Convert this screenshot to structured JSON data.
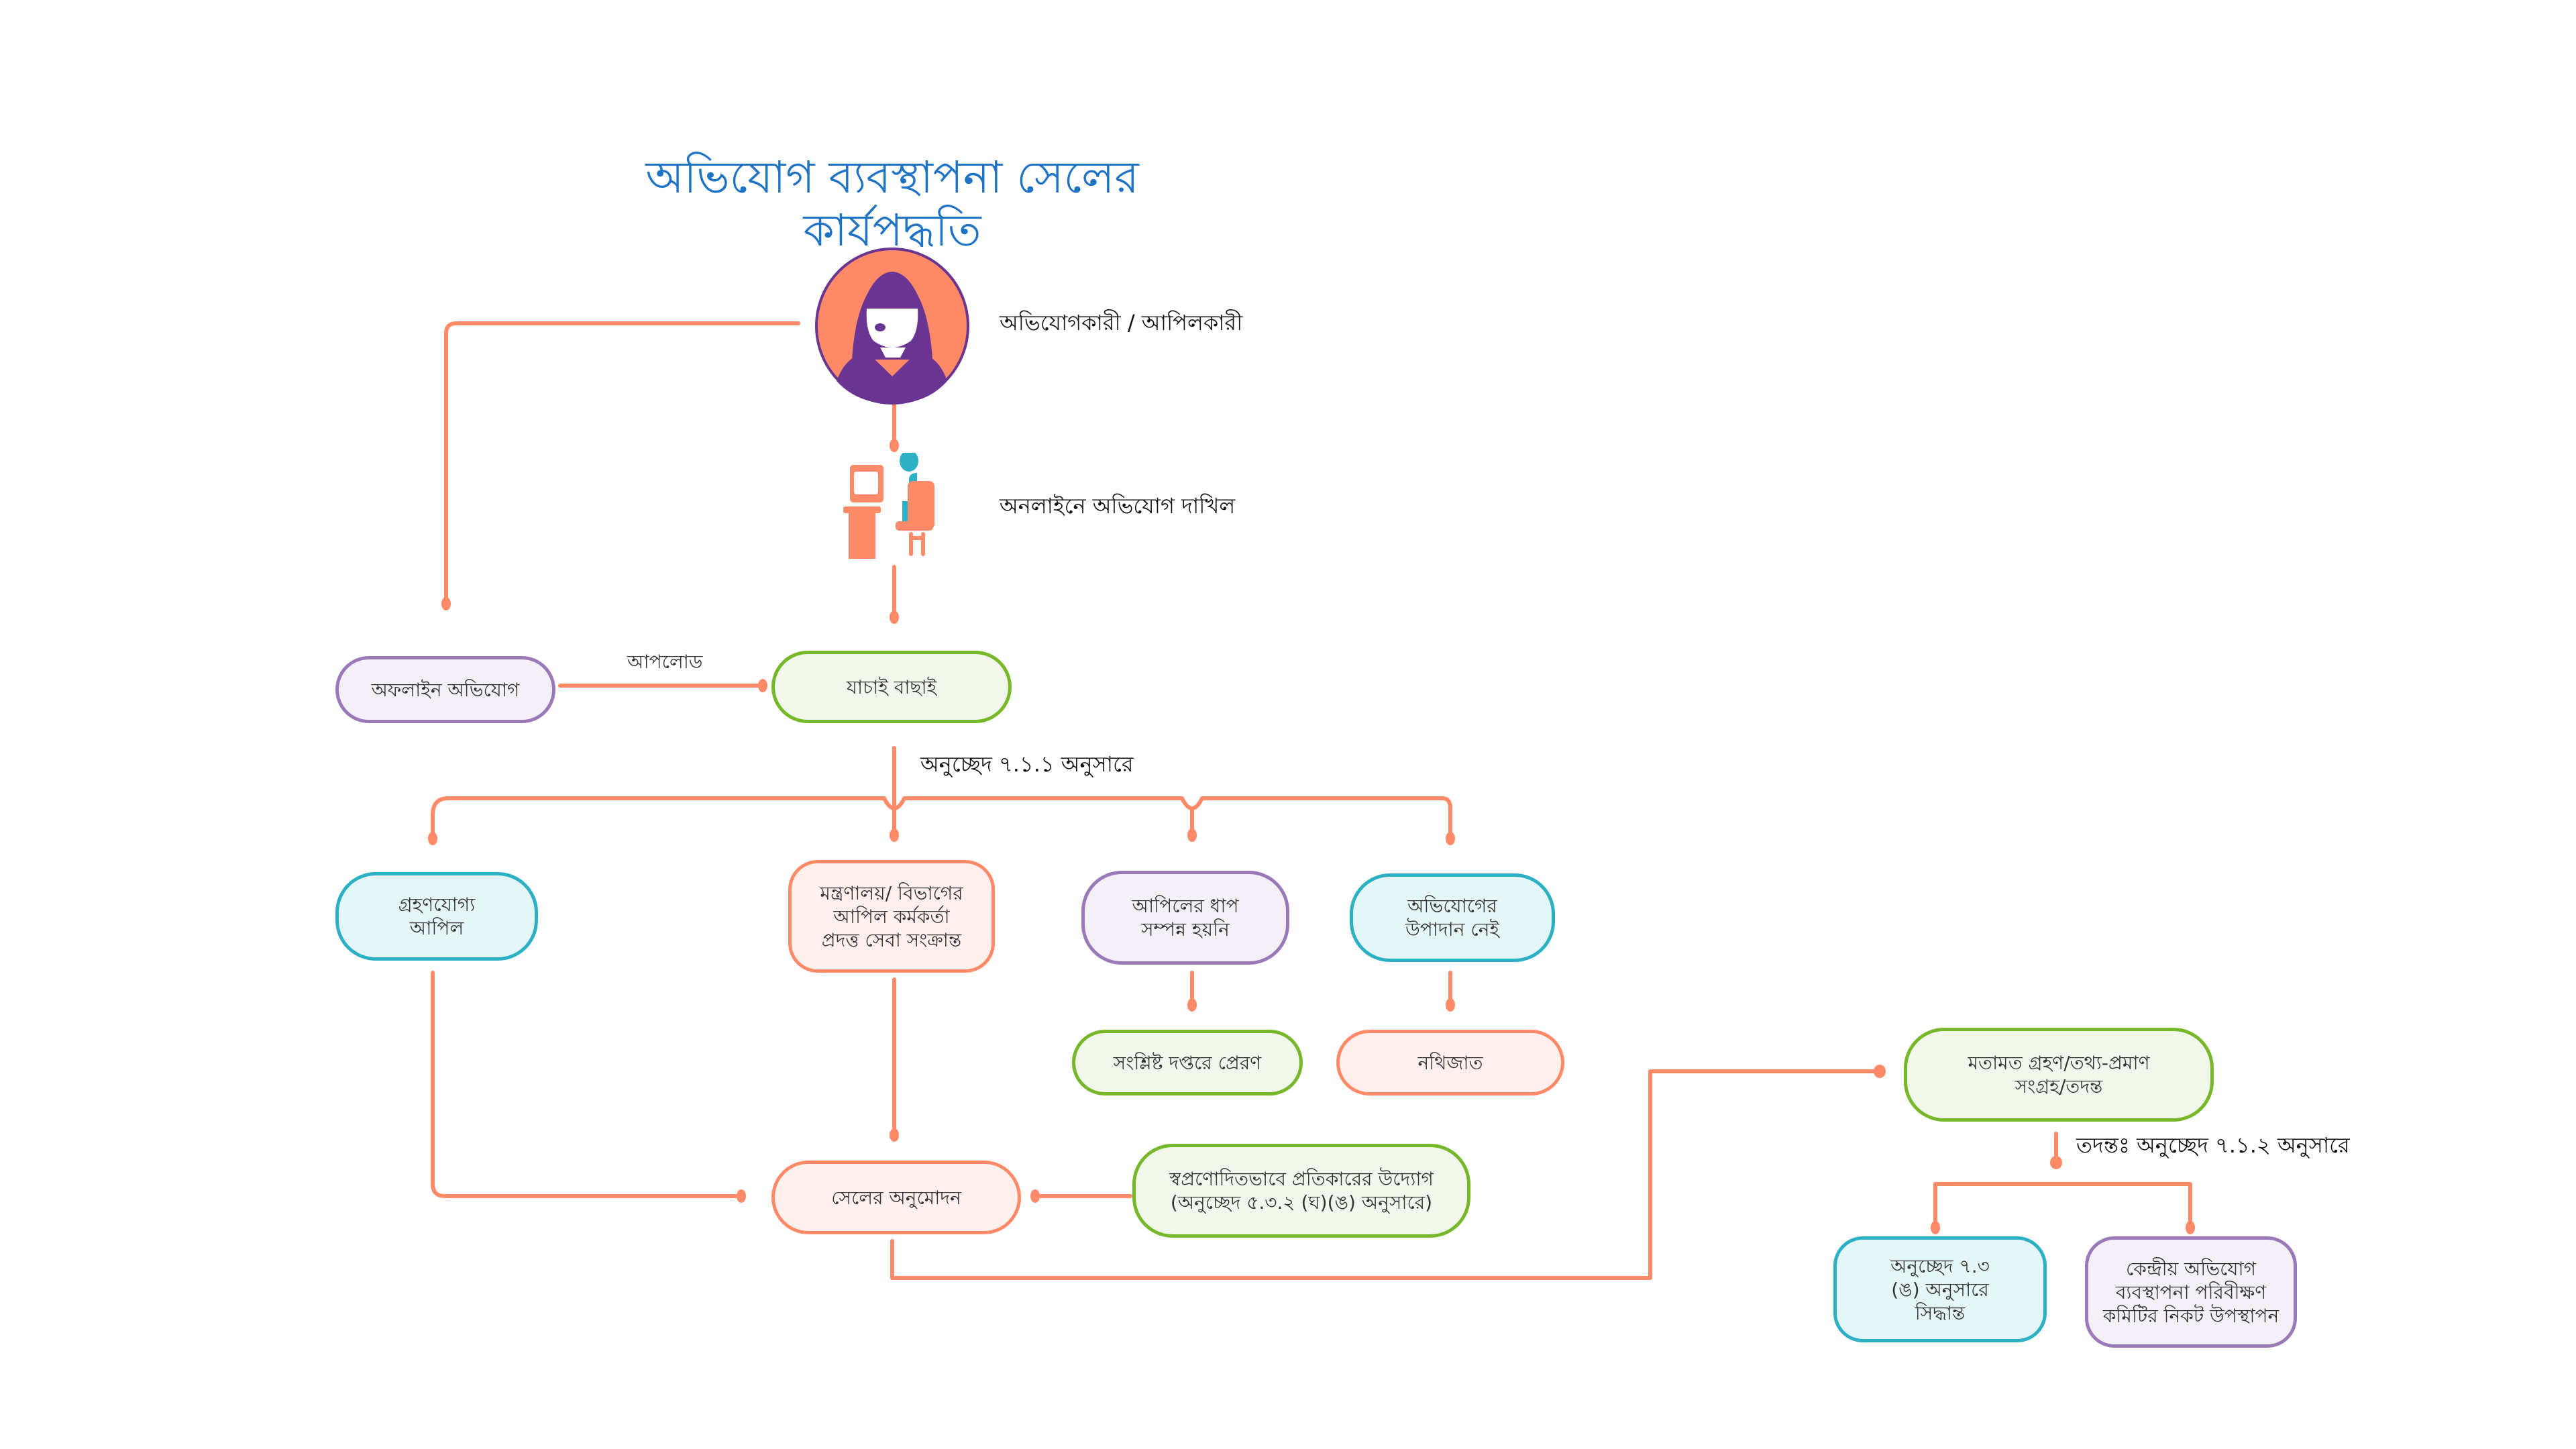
{
  "title": "অভিযোগ ব্যবস্থাপনা সেলের কার্যপদ্ধতি",
  "colors": {
    "title": "#1f73c4",
    "connector": "#ff8a68",
    "green": "#76b82a",
    "purple": "#9b78b8",
    "teal": "#2bb0c4",
    "orange": "#ff8a68",
    "avatar_bg": "#ff8a68",
    "avatar_fg": "#6a3592",
    "desk_person": "#2bb0c4"
  },
  "actors": {
    "complainant": {
      "label": "অভিযোগকারী / আপিলকারী",
      "icon": "woman-avatar-icon"
    },
    "online_submit": {
      "label": "অনলাইনে অভিযোগ দাখিল",
      "icon": "person-at-computer-icon"
    }
  },
  "edge_labels": {
    "upload": "আপলোড",
    "per_7_1_1": "অনুচ্ছেদ ৭.১.১ অনুসারে",
    "investigation_7_1_2": "তদন্তঃ অনুচ্ছেদ ৭.১.২ অনুসারে"
  },
  "nodes": {
    "offline": "অফলাইন অভিযোগ",
    "screening": "যাচাই বাছাই",
    "acceptable_appeal": "গ্রহণযোগ্য\nআপিল",
    "ministry_officer": "মন্ত্রণালয়/ বিভাগের\nআপিল কর্মকর্তা\nপ্রদত্ত সেবা সংক্রান্ত",
    "appeal_incomplete": "আপিলের ধাপ\nসম্পন্ন হয়নি",
    "no_element": "অভিযোগের\nউপাদান নেই",
    "forward_office": "সংশ্লিষ্ট দপ্তরে প্রেরণ",
    "filed": "নথিজাত",
    "cell_approval": "সেলের অনুমোদন",
    "suo_motu": "স্বপ্রণোদিতভাবে  প্রতিকারের উদ্যোগ\n(অনুচ্ছেদ ৫.৩.২ (ঘ)(ঙ)  অনুসারে)",
    "opinion_evidence": "মতামত গ্রহণ/তথ্য-প্রমাণ\nসংগ্রহ/তদন্ত",
    "decision_7_3": "অনুচ্ছেদ ৭.৩\n(ঙ) অনুসারে\nসিদ্ধান্ত",
    "central_committee": "কেন্দ্রীয় অভিযোগ\nব্যবস্থাপনা পরিবীক্ষণ\nকমিটির নিকট উপস্থাপন"
  }
}
